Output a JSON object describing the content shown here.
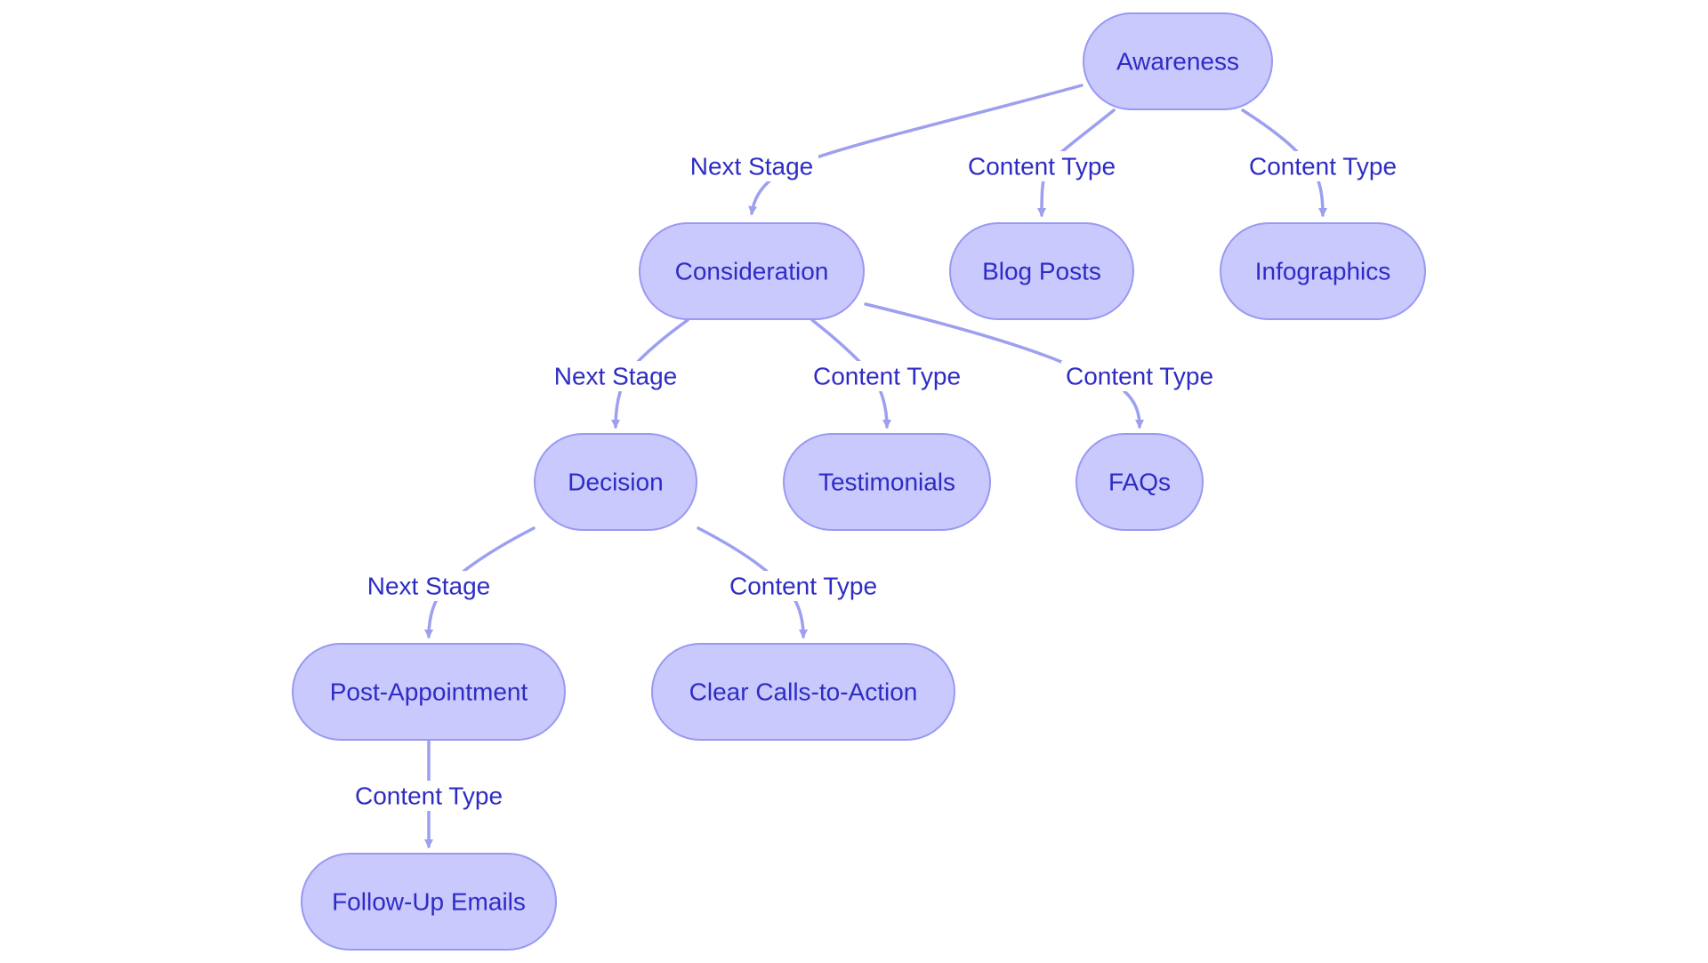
{
  "colors": {
    "node_fill": "#c9c9fd",
    "node_stroke": "#9999f2",
    "edge": "#9d9fef",
    "text": "#2e2cc4",
    "background": "#ffffff"
  },
  "nodes": [
    {
      "id": "awareness",
      "label": "Awareness"
    },
    {
      "id": "consideration",
      "label": "Consideration"
    },
    {
      "id": "blog-posts",
      "label": "Blog Posts"
    },
    {
      "id": "infographics",
      "label": "Infographics"
    },
    {
      "id": "decision",
      "label": "Decision"
    },
    {
      "id": "testimonials",
      "label": "Testimonials"
    },
    {
      "id": "faqs",
      "label": "FAQs"
    },
    {
      "id": "post-appointment",
      "label": "Post-Appointment"
    },
    {
      "id": "clear-calls-to-action",
      "label": "Clear Calls-to-Action"
    },
    {
      "id": "follow-up-emails",
      "label": "Follow-Up Emails"
    }
  ],
  "edges": [
    {
      "from": "awareness",
      "to": "consideration",
      "label": "Next Stage"
    },
    {
      "from": "awareness",
      "to": "blog-posts",
      "label": "Content Type"
    },
    {
      "from": "awareness",
      "to": "infographics",
      "label": "Content Type"
    },
    {
      "from": "consideration",
      "to": "decision",
      "label": "Next Stage"
    },
    {
      "from": "consideration",
      "to": "testimonials",
      "label": "Content Type"
    },
    {
      "from": "consideration",
      "to": "faqs",
      "label": "Content Type"
    },
    {
      "from": "decision",
      "to": "post-appointment",
      "label": "Next Stage"
    },
    {
      "from": "decision",
      "to": "clear-calls-to-action",
      "label": "Content Type"
    },
    {
      "from": "post-appointment",
      "to": "follow-up-emails",
      "label": "Content Type"
    }
  ]
}
